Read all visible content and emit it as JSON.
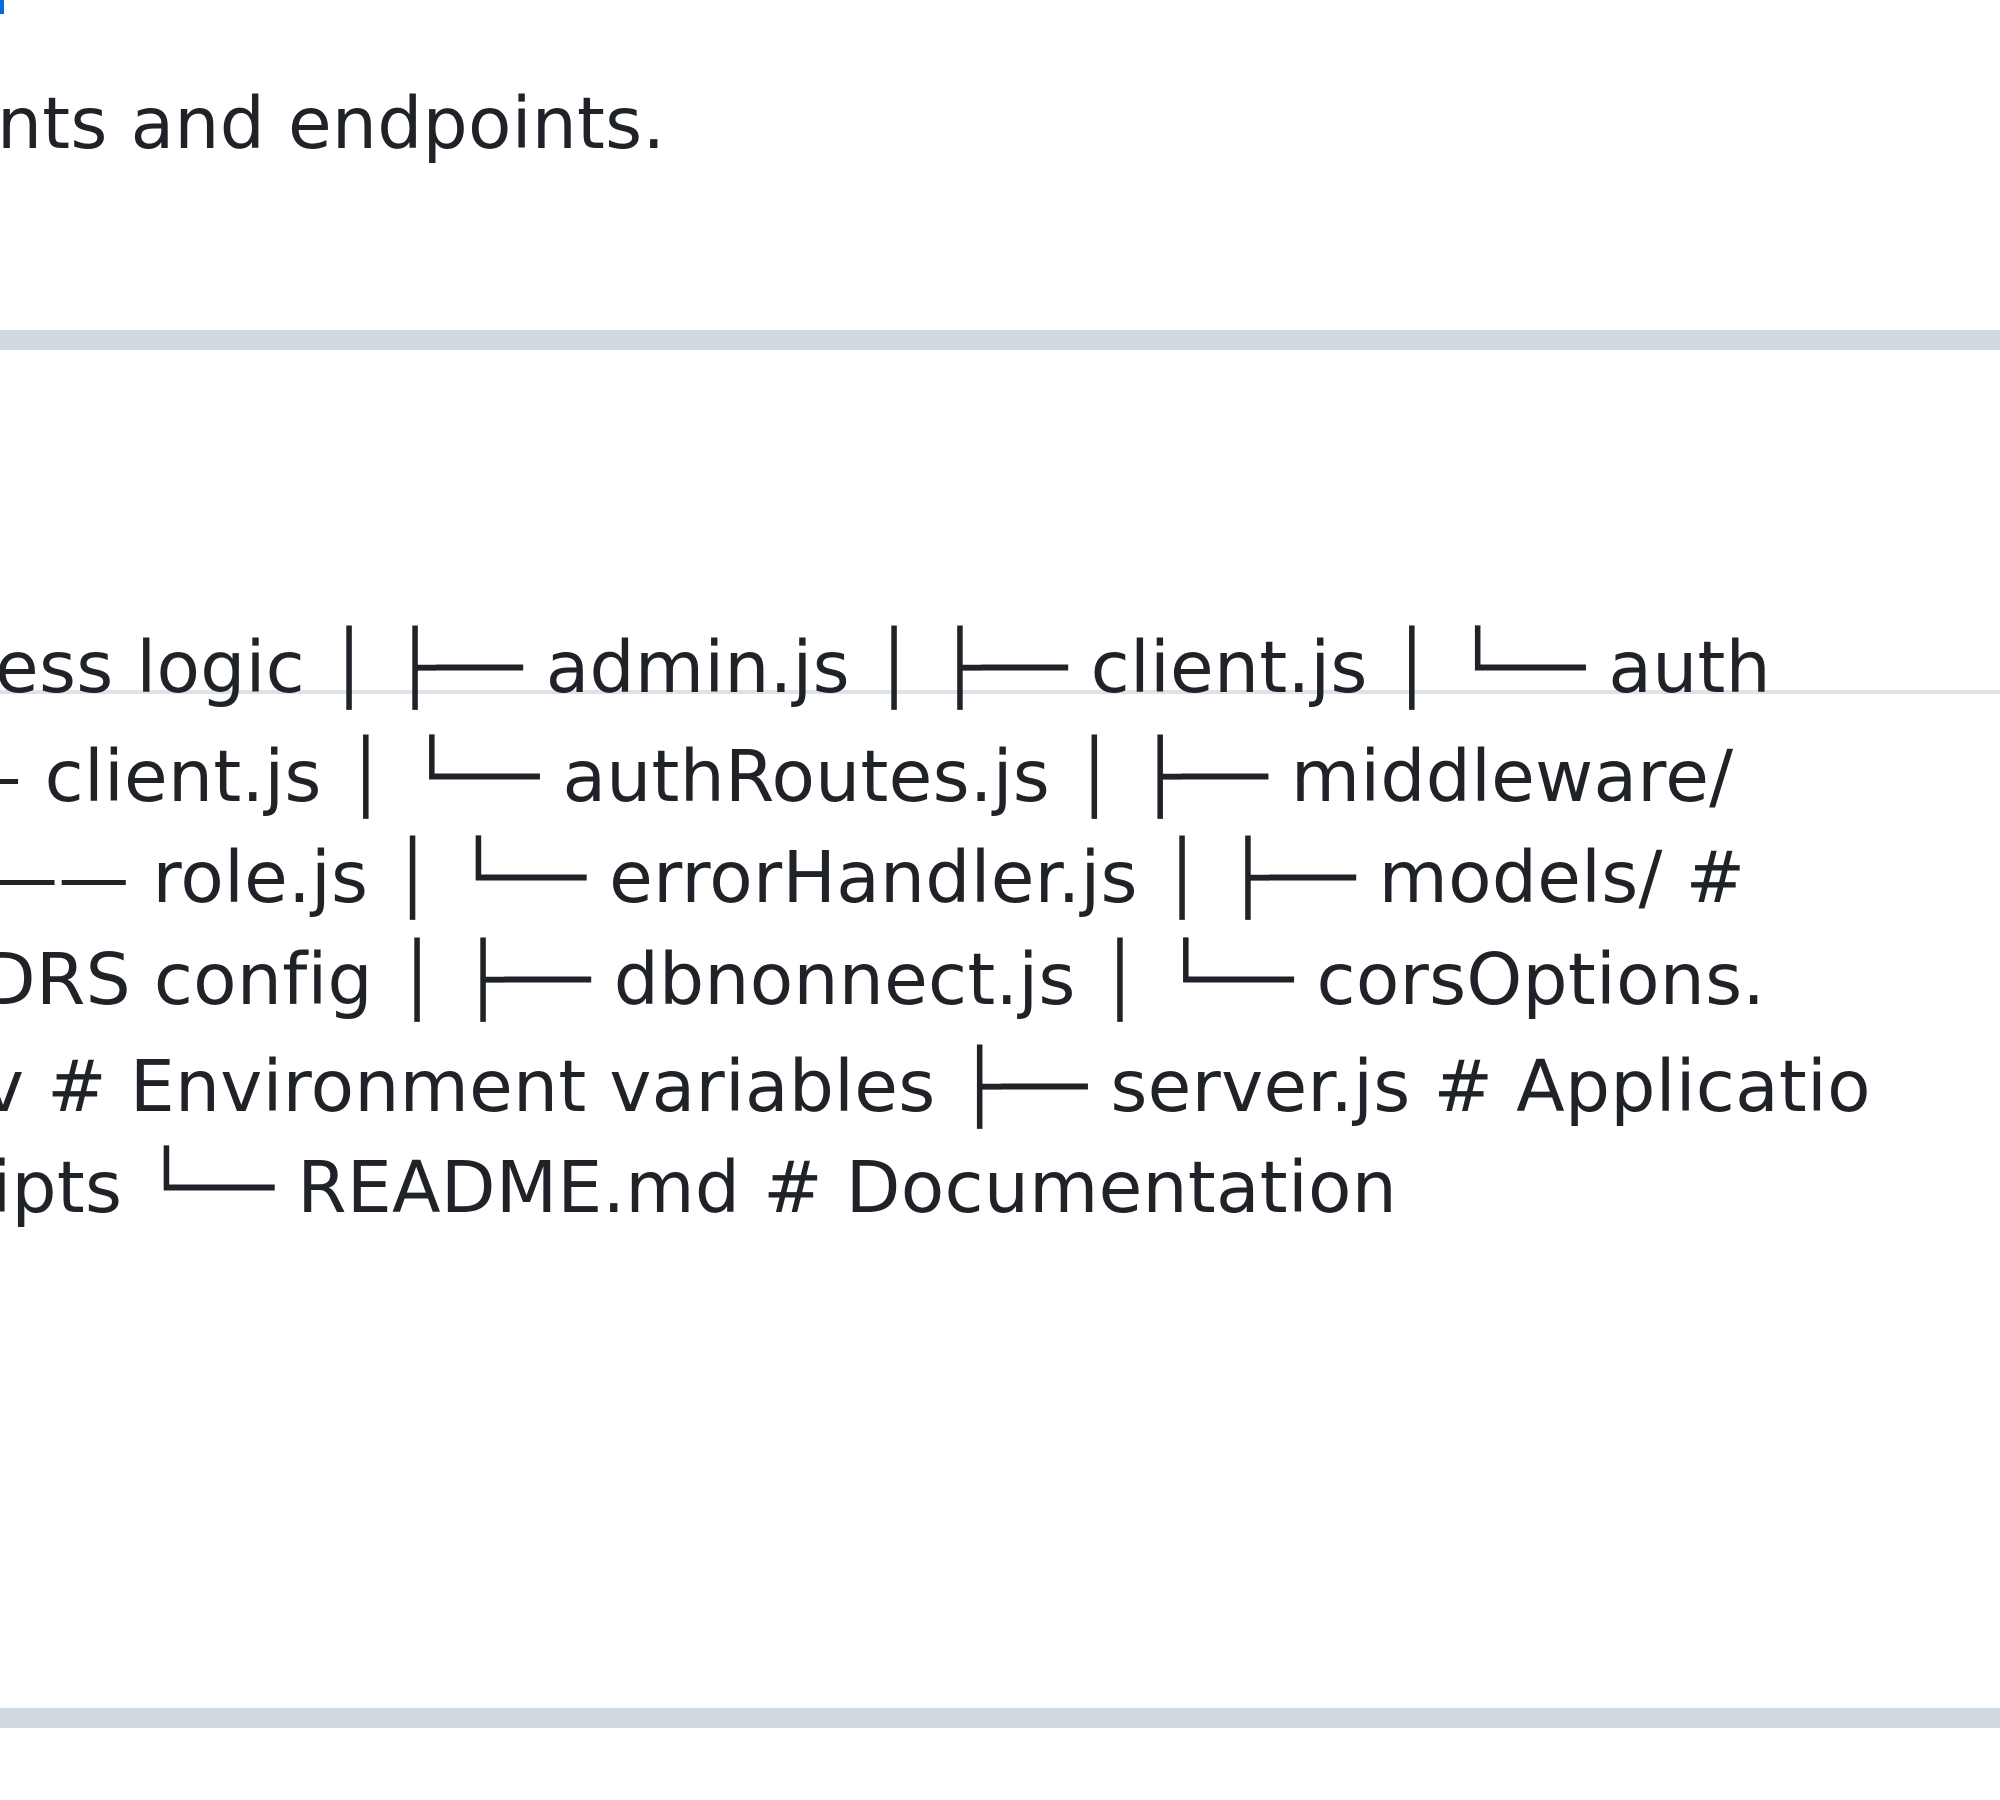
{
  "intro_text": "nts and endpoints.",
  "tree_lines": [
    "ess logic │ ├── admin.js │ ├── client.js │ └── auth",
    "– client.js │ └── authRoutes.js │ ├── middleware/",
    "—— role.js │ └── errorHandler.js │ ├── models/ #",
    "DRS config │ ├── dbnonnect.js │ └── corsOptions.",
    "v # Environment variables ├── server.js # Applicatio",
    "ripts └── README.md # Documentation"
  ],
  "colors": {
    "text": "#1f2328",
    "divider": "#d1d9e0",
    "panel_border": "#dde3e8",
    "accent": "#0969da"
  }
}
